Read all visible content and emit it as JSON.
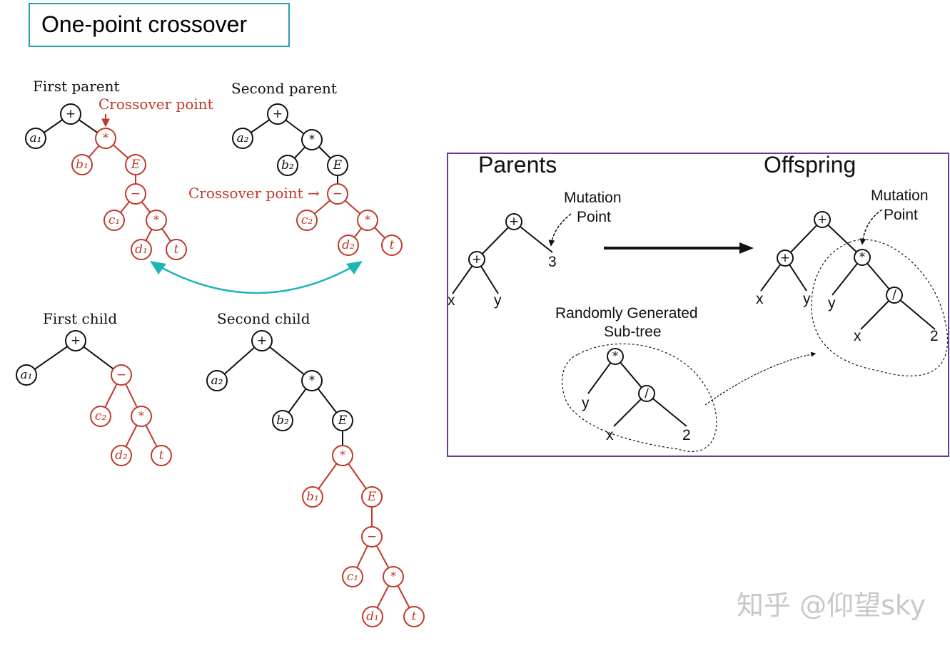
{
  "title": "One-point crossover",
  "crossover": {
    "first_parent": "First parent",
    "second_parent": "Second parent",
    "first_child": "First child",
    "second_child": "Second child",
    "crossover_point": "Crossover point",
    "crossover_point_arrow": "Crossover point →"
  },
  "mutation": {
    "parents": "Parents",
    "offspring": "Offspring",
    "mutation_point_line1": "Mutation",
    "mutation_point_line2": "Point",
    "random_line1": "Randomly Generated",
    "random_line2": "Sub-tree"
  },
  "watermark": "知乎 @仰望sky",
  "colors": {
    "accent_box": "#2a9db5",
    "panel_border": "#6a3a9a",
    "crossover_red": "#c0392b",
    "swap_arrow": "#1fb5b5"
  }
}
